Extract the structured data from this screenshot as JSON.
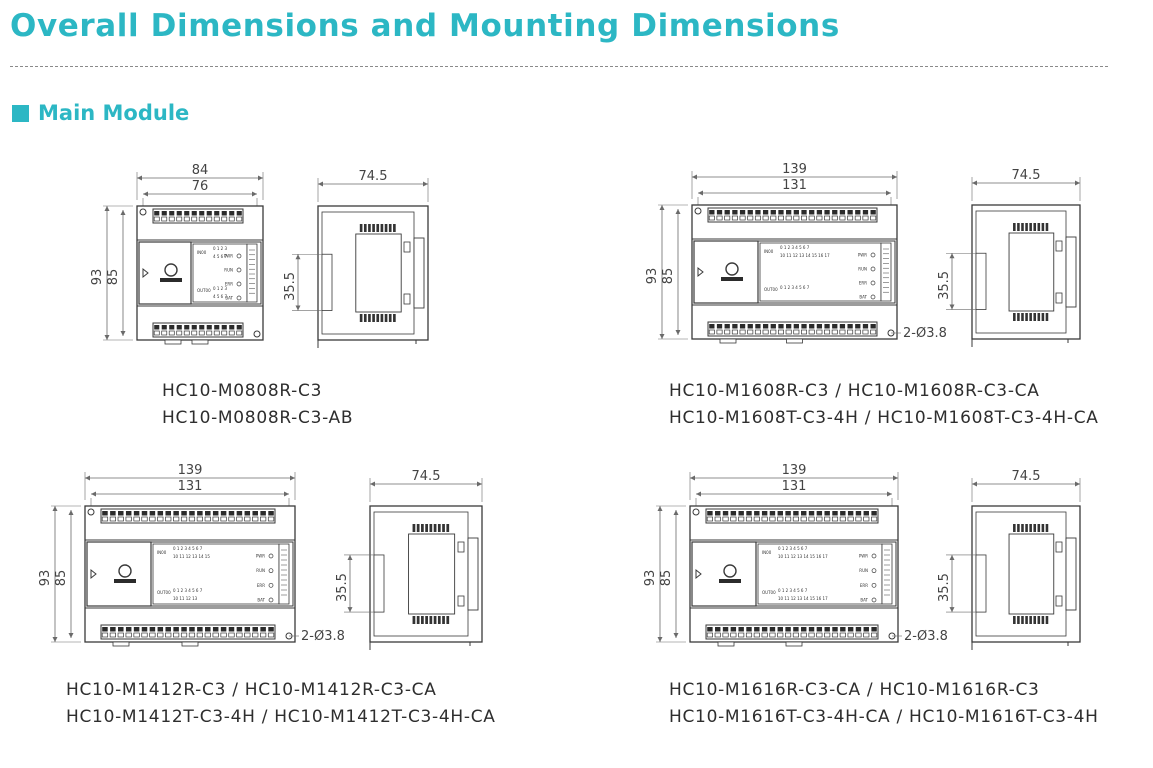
{
  "header": {
    "title": "Overall Dimensions and Mounting Dimensions",
    "section_label": "Main Module",
    "accent_color": "#2cb7c4"
  },
  "modules": [
    {
      "front": {
        "overall_width": "84",
        "mount_width": "76",
        "overall_height": "93",
        "mount_height": "85",
        "hole": ""
      },
      "side": {
        "depth": "74.5",
        "rail": "35.5"
      },
      "panel": {
        "in_label": "IN00",
        "out_label": "OUT00",
        "in_row1": "0 1 2 3",
        "in_row2": "4 5 6 7",
        "out_row1": "0 1 2 3",
        "out_row2": "4 5 6 7"
      },
      "models": [
        "HC10-M0808R-C3",
        "HC10-M0808R-C3-AB"
      ]
    },
    {
      "front": {
        "overall_width": "139",
        "mount_width": "131",
        "overall_height": "93",
        "mount_height": "85",
        "hole": "2-Ø3.8"
      },
      "side": {
        "depth": "74.5",
        "rail": "35.5"
      },
      "panel": {
        "in_label": "IN00",
        "out_label": "OUT00",
        "in_row1": "0 1 2 3 4 5 6 7",
        "in_row2": "10 11 12 13 14 15 16 17",
        "out_row1": "0 1 2 3 4 5 6 7",
        "out_row2": ""
      },
      "models": [
        "HC10-M1608R-C3 / HC10-M1608R-C3-CA",
        "HC10-M1608T-C3-4H / HC10-M1608T-C3-4H-CA"
      ]
    },
    {
      "front": {
        "overall_width": "139",
        "mount_width": "131",
        "overall_height": "93",
        "mount_height": "85",
        "hole": "2-Ø3.8"
      },
      "side": {
        "depth": "74.5",
        "rail": "35.5"
      },
      "panel": {
        "in_label": "IN00",
        "out_label": "OUT00",
        "in_row1": "0 1 2 3 4 5 6 7",
        "in_row2": "10 11 12 13 14 15",
        "out_row1": "0 1 2 3 4 5 6 7",
        "out_row2": "10 11 12 13"
      },
      "models": [
        "HC10-M1412R-C3 / HC10-M1412R-C3-CA",
        "HC10-M1412T-C3-4H / HC10-M1412T-C3-4H-CA"
      ]
    },
    {
      "front": {
        "overall_width": "139",
        "mount_width": "131",
        "overall_height": "93",
        "mount_height": "85",
        "hole": "2-Ø3.8"
      },
      "side": {
        "depth": "74.5",
        "rail": "35.5"
      },
      "panel": {
        "in_label": "IN00",
        "out_label": "OUT00",
        "in_row1": "0 1 2 3 4 5 6 7",
        "in_row2": "10 11 12 13 14 15 16 17",
        "out_row1": "0 1 2 3 4 5 6 7",
        "out_row2": "10 11 12 13 14 15 16 17"
      },
      "models": [
        "HC10-M1616R-C3-CA /  HC10-M1616R-C3",
        "HC10-M1616T-C3-4H-CA / HC10-M1616T-C3-4H"
      ]
    }
  ],
  "indicators": [
    "PWR",
    "RUN",
    "ERR",
    "BAT"
  ]
}
